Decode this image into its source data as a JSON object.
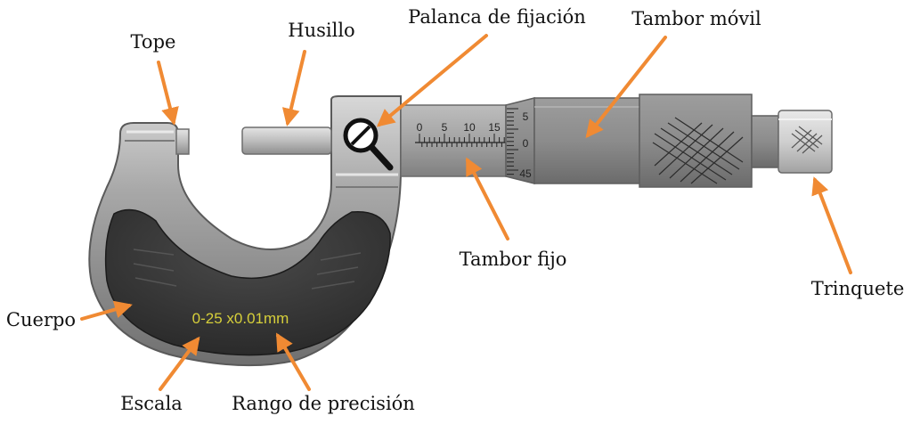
{
  "labels": {
    "tope": "Tope",
    "husillo": "Husillo",
    "palanca": "Palanca de fijación",
    "tambor_movil": "Tambor móvil",
    "tambor_fijo": "Tambor fijo",
    "trinquete": "Trinquete",
    "cuerpo": "Cuerpo",
    "escala": "Escala",
    "rango": "Rango de precisión"
  },
  "body_marking": "0-25 x0.01mm",
  "sleeve_scale": [
    "0",
    "5",
    "10",
    "15"
  ],
  "thimble_scale": [
    "5",
    "0",
    "45"
  ],
  "colors": {
    "arrow": "#F08A33",
    "body_text": "#D6CF3A",
    "frame_dark": "#3A3A3A",
    "metal": "#9A9A9A"
  }
}
